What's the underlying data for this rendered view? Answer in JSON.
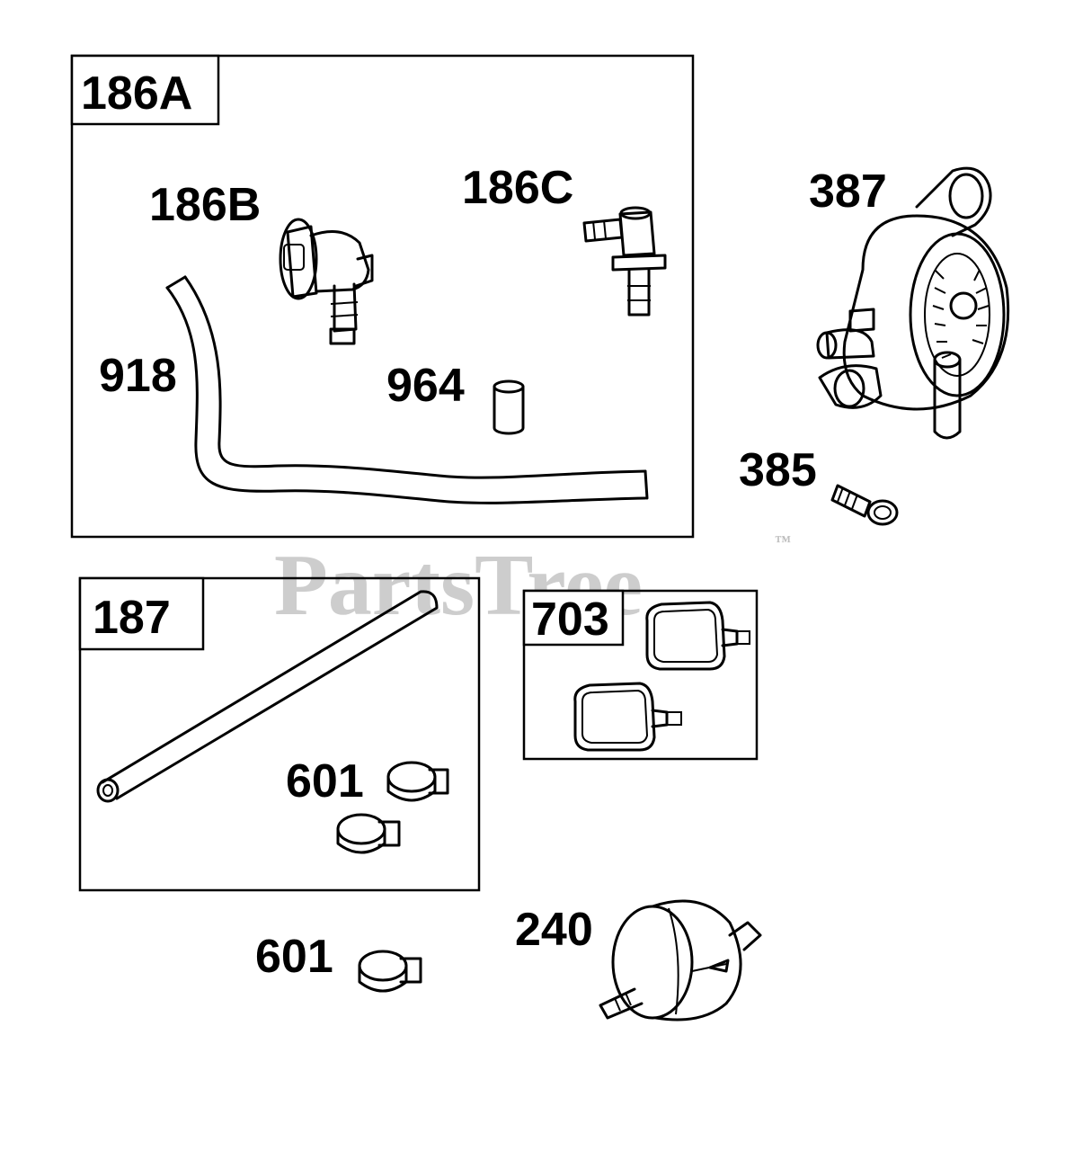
{
  "watermark": {
    "text": "PartsTree",
    "tm": "™"
  },
  "boxes": {
    "box_186A": {
      "label": "186A"
    },
    "box_187": {
      "label": "187"
    },
    "box_703": {
      "label": "703"
    }
  },
  "labels": {
    "l_186B": "186B",
    "l_186C": "186C",
    "l_918": "918",
    "l_964": "964",
    "l_387": "387",
    "l_385": "385",
    "l_601_a": "601",
    "l_601_b": "601",
    "l_240": "240"
  }
}
